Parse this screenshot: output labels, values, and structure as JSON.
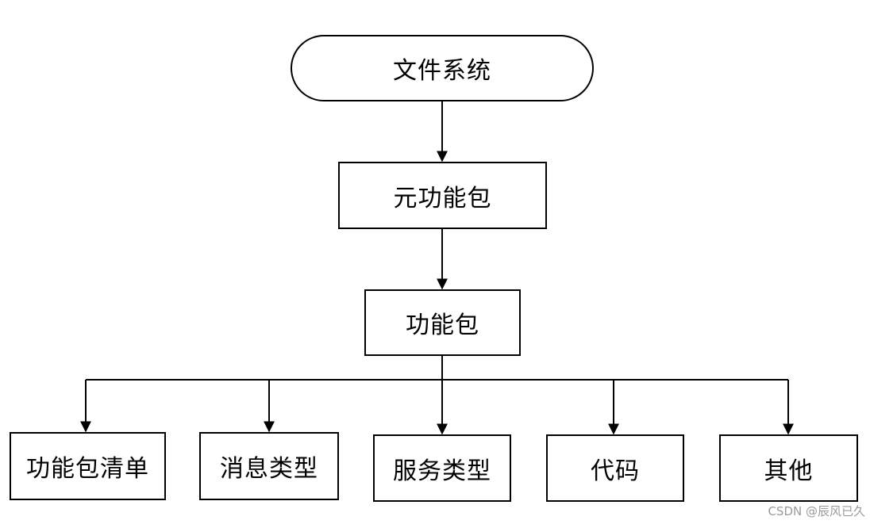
{
  "nodes": {
    "root": "文件系统",
    "meta_package": "元功能包",
    "package": "功能包",
    "children": [
      "功能包清单",
      "消息类型",
      "服务类型",
      "代码",
      "其他"
    ]
  },
  "watermark": "CSDN @辰风已久"
}
